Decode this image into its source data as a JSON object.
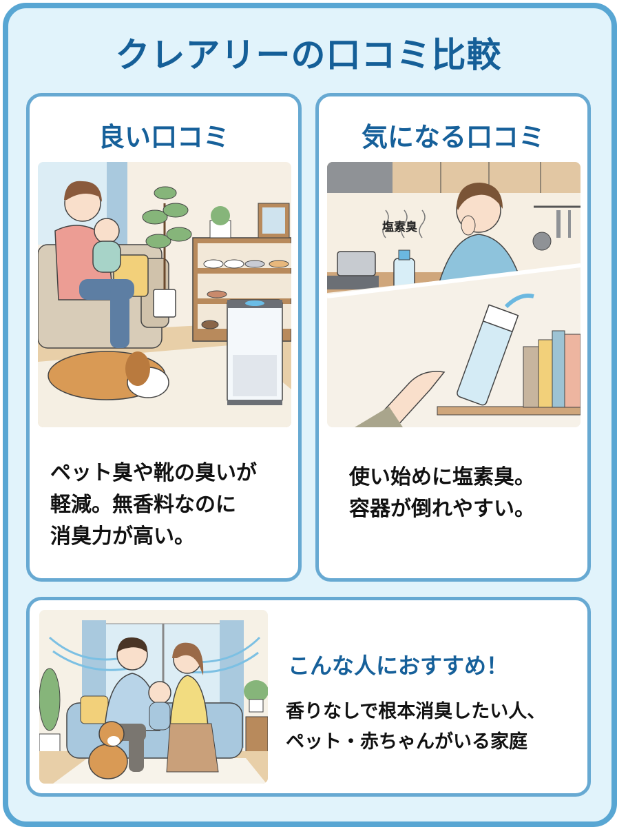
{
  "title": "クレアリーの口コミ比較",
  "good_reviews": {
    "heading": "良い口コミ",
    "illustration": "mother-baby-dog-air-purifier-living-room",
    "text": "ペット臭や靴の臭いが\n軽減。無香料なのに\n消臭力が高い。"
  },
  "concern_reviews": {
    "heading": "気になる口コミ",
    "illustration": "man-kitchen-chlorine-smell-and-tipping-container",
    "illustration_label": "塩素臭",
    "text": "使い始めに塩素臭。\n容器が倒れやすい。"
  },
  "recommendation": {
    "heading": "こんな人におすすめ！",
    "illustration": "family-with-baby-and-dog-on-sofa",
    "text": "香りなしで根本消臭したい人、\nペット・赤ちゃんがいる家庭"
  },
  "colors": {
    "frame_border": "#58a6d3",
    "frame_bg": "#e1f3fb",
    "card_border": "#67a9d2",
    "heading_blue": "#16609a",
    "body_text": "#111111"
  }
}
